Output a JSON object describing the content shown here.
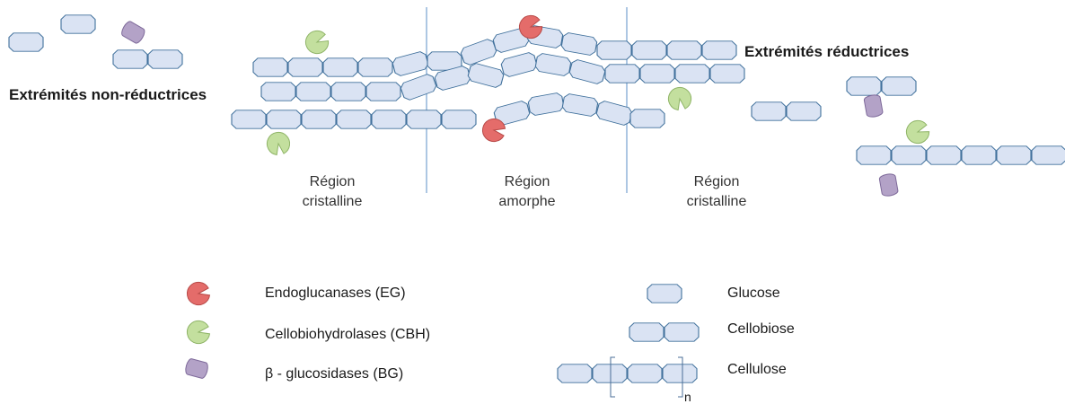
{
  "labels": {
    "non_reducing_ends": "Extrémités non-réductrices",
    "reducing_ends": "Extrémités réductrices"
  },
  "regions": [
    {
      "line1": "Région",
      "line2": "cristalline"
    },
    {
      "line1": "Région",
      "line2": "amorphe"
    },
    {
      "line1": "Région",
      "line2": "cristalline"
    }
  ],
  "legend": {
    "enzymes": [
      {
        "label": "Endoglucanases (EG)",
        "icon": "endoglucanase-icon"
      },
      {
        "label": "Cellobiohydrolases (CBH)",
        "icon": "cellobiohydrolase-icon"
      },
      {
        "label": "β - glucosidases (BG)",
        "icon": "beta-glucosidase-icon"
      }
    ],
    "units": [
      {
        "label": "Glucose",
        "icon": "glucose-icon"
      },
      {
        "label": "Cellobiose",
        "icon": "cellobiose-icon"
      },
      {
        "label": "Cellulose",
        "icon": "cellulose-icon"
      }
    ],
    "repeat_subscript": "n"
  },
  "colors": {
    "glucose_fill": "#dae3f3",
    "glucose_stroke": "#41719c",
    "endoglucanase": "#e46c6a",
    "cellobiohydrolase": "#c3df9e",
    "beta_glucosidase": "#b3a2c7",
    "region_divider": "#5b8fc7"
  }
}
